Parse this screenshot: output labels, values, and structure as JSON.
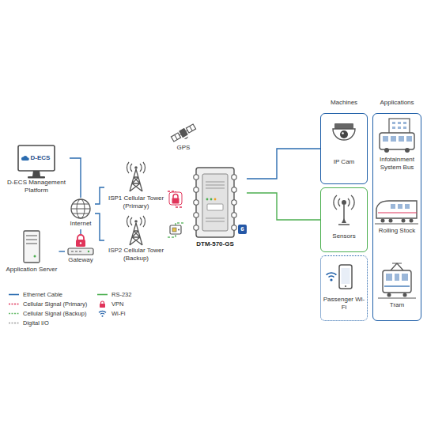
{
  "diagram": {
    "nodes": [
      {
        "text": [
          "D-ECS",
          "D-ECS Management Platform"
        ]
      },
      {
        "text": [
          "Internet"
        ]
      },
      {
        "text": [
          "Application Server"
        ]
      },
      {
        "text": [
          "Gateway"
        ]
      },
      {
        "text": [
          "ISP1 Cellular Tower (Primary)"
        ]
      },
      {
        "text": [
          "ISP2 Cellular Tower (Backup)"
        ]
      },
      {
        "text": [
          "GPS"
        ]
      },
      {
        "text": [
          "DTM-570-GS"
        ]
      },
      {
        "text": [
          "IP Cam"
        ]
      },
      {
        "text": [
          "Sensors"
        ]
      },
      {
        "text": [
          "Passenger Wi-Fi"
        ]
      },
      {
        "text": [
          "Applications"
        ]
      },
      {
        "text": [
          "Infotainment System Bus"
        ],
        "in": 11
      },
      {
        "text": [
          "Rolling Stock"
        ],
        "in": 11
      },
      {
        "text": [
          "Tram"
        ],
        "in": 11
      }
    ],
    "edges": [
      {
        "from": 0,
        "to": 1,
        "arrow": "none"
      },
      {
        "from": 1,
        "to": 3,
        "arrow": "none"
      },
      {
        "from": 2,
        "to": 3,
        "arrow": "none"
      },
      {
        "from": 1,
        "to": 4,
        "arrow": "none"
      },
      {
        "from": 1,
        "to": 5,
        "arrow": "none"
      },
      {
        "from": 4,
        "to": 7,
        "arrow": "none"
      },
      {
        "from": 5,
        "to": 7,
        "arrow": "none"
      },
      {
        "from": 7,
        "to": 8,
        "arrow": "none"
      },
      {
        "from": 7,
        "to": 9,
        "arrow": "none"
      }
    ],
    "labels": [
      "Machines",
      "6"
    ],
    "legend": [
      {
        "text": "Ethernet Cable"
      },
      {
        "text": "Cellular Signal (Primary)"
      },
      {
        "text": "Cellular Signal (Backup)"
      },
      {
        "text": "Digital I/O"
      },
      {
        "text": "RS-232"
      },
      {
        "text": "VPN"
      },
      {
        "text": "Wi-Fi"
      }
    ]
  }
}
